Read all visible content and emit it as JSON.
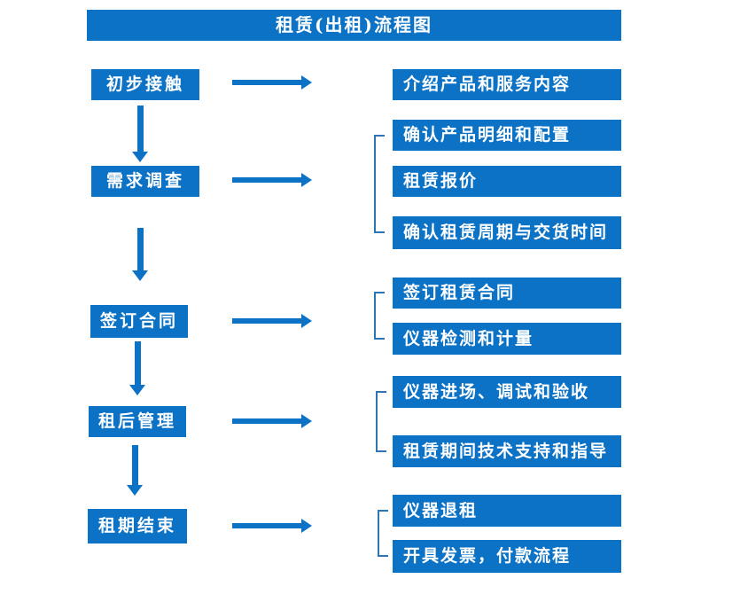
{
  "title": "租赁(出租)流程图",
  "steps": [
    {
      "label": "初步接触",
      "outputs": [
        "介绍产品和服务内容"
      ]
    },
    {
      "label": "需求调查",
      "outputs": [
        "确认产品明细和配置",
        "租赁报价",
        "确认租赁周期与交货时间"
      ]
    },
    {
      "label": "签订合同",
      "outputs": [
        "签订租赁合同",
        "仪器检测和计量"
      ]
    },
    {
      "label": "租后管理",
      "outputs": [
        "仪器进场、调试和验收",
        "租赁期间技术支持和指导"
      ]
    },
    {
      "label": "租期结束",
      "outputs": [
        "仪器退租",
        "开具发票，付款流程"
      ]
    }
  ],
  "colors": {
    "box_blue": "#0b72c6",
    "arrow_blue": "#0b72c6",
    "bracket_blue": "#2e75b6",
    "text_white": "#ffffff",
    "background": "#ffffff"
  }
}
